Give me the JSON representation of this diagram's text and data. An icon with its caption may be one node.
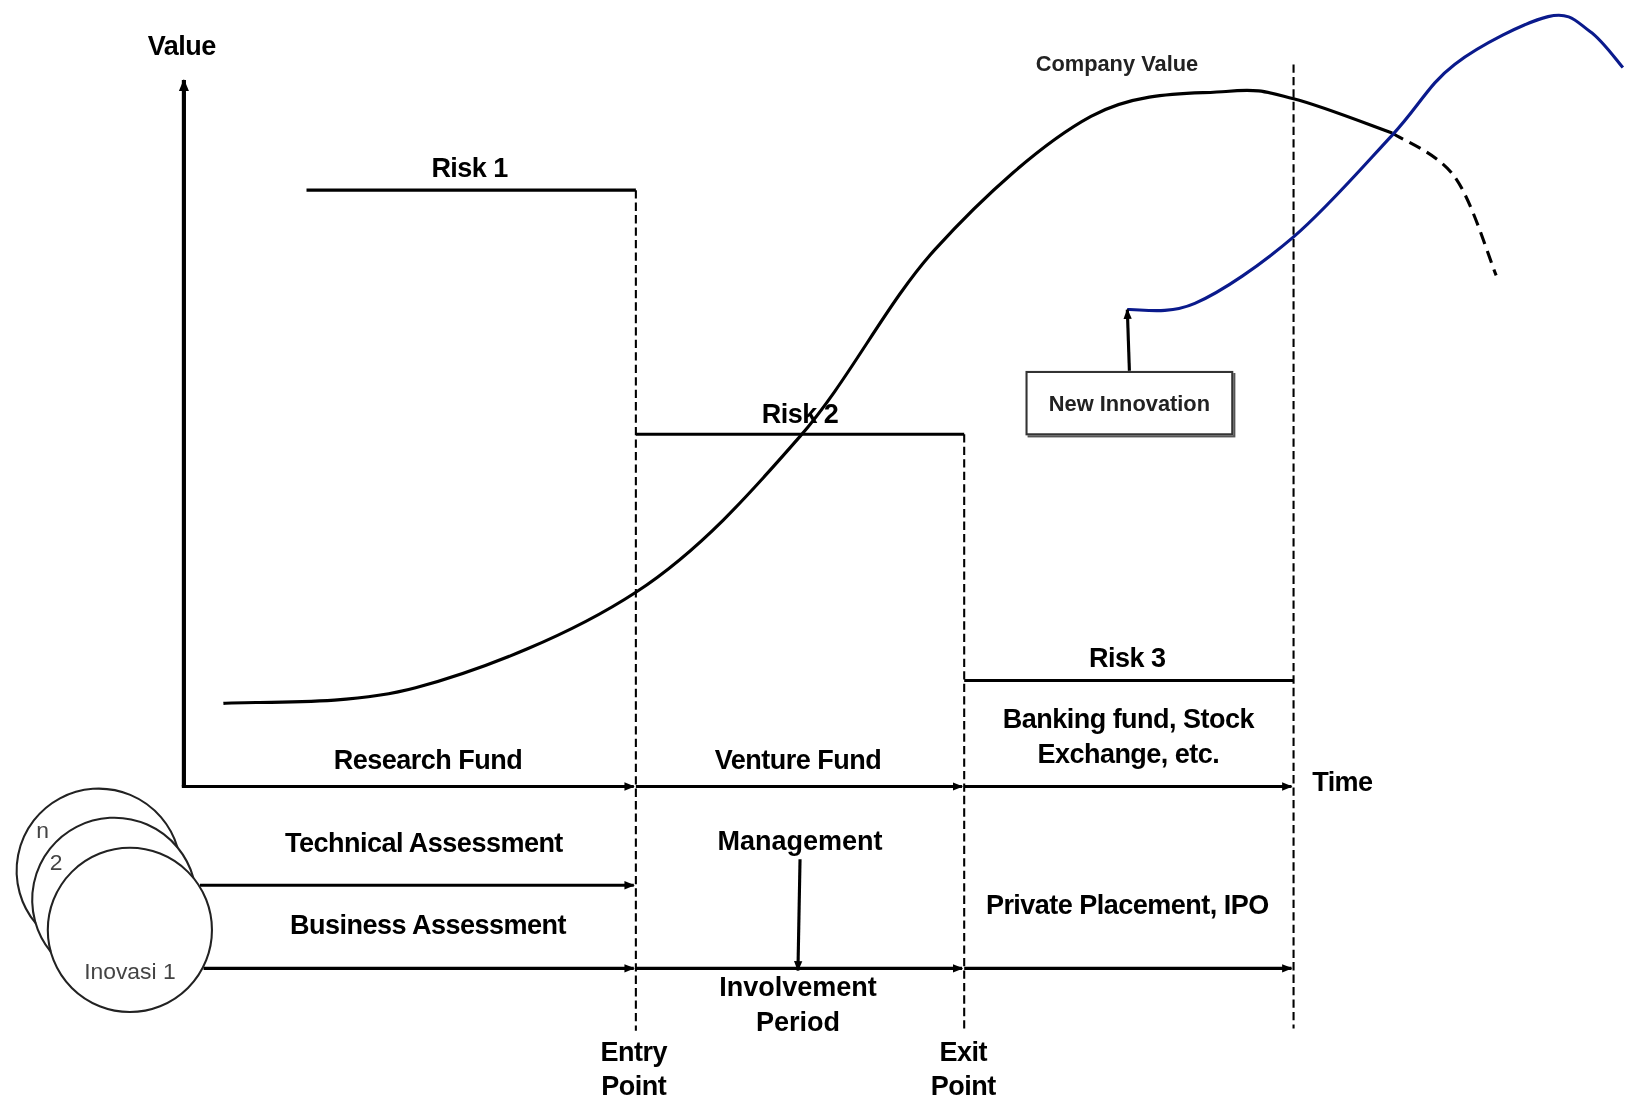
{
  "diagram": {
    "nodes": [
      {
        "text": [
          "n"
        ]
      },
      {
        "text": [
          "2"
        ]
      },
      {
        "text": [
          "Inovasi 1"
        ]
      },
      {
        "text": [
          "New Innovation"
        ]
      },
      {
        "text": [
          "Management"
        ]
      },
      {
        "text": [],
        "shape": "curve"
      },
      {
        "text": [
          "Involvement Period"
        ]
      }
    ],
    "edges": [
      {
        "from": 2,
        "to": null,
        "arrow": "to"
      },
      {
        "from": 2,
        "to": null,
        "arrow": "to"
      },
      {
        "from": 4,
        "to": 6,
        "arrow": "to"
      },
      {
        "from": 3,
        "to": 5,
        "arrow": "to"
      }
    ],
    "labels": [
      "Value",
      "Company Value",
      "Risk 1",
      "Risk 2",
      "Risk 3",
      "Research Fund",
      "Venture Fund",
      "Banking fund, Stock Exchange, etc.",
      "Time",
      "Technical Assessment",
      "Business Assessment",
      "Private Placement, IPO",
      "Entry Point",
      "Exit Point"
    ]
  }
}
